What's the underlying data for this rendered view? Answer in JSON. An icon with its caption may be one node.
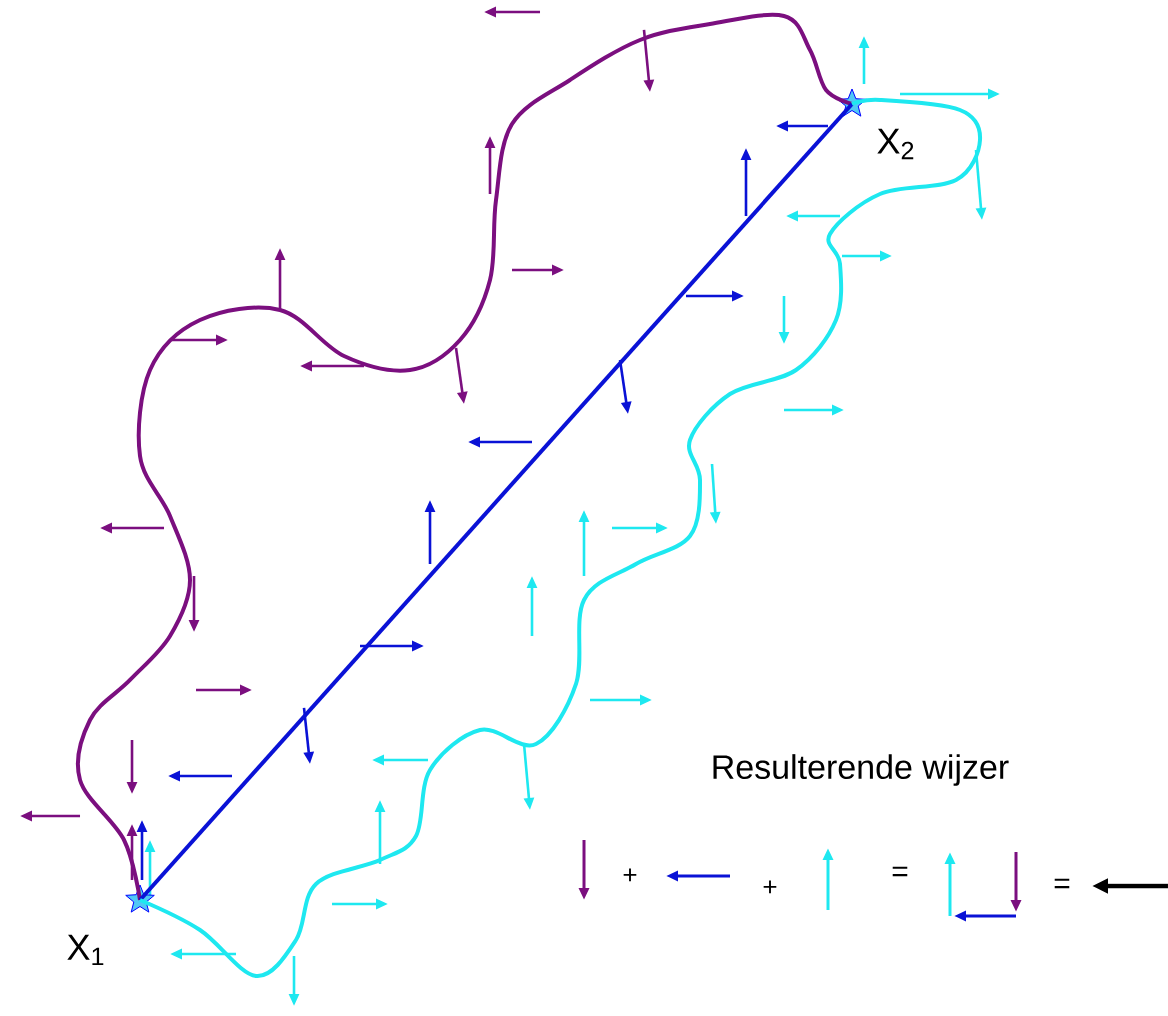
{
  "diagram": {
    "nodes": [
      {
        "text": [
          "X$_{1}$"
        ]
      },
      {
        "text": [
          "X$_{2}$"
        ]
      }
    ],
    "edges": [
      {
        "from": 0,
        "to": 1,
        "arrow": "none",
        "color": "#7b0f7f"
      },
      {
        "from": 0,
        "to": 1,
        "arrow": "none",
        "color": "#0a12d6"
      },
      {
        "from": 0,
        "to": 1,
        "arrow": "none",
        "color": "#1ee8f0"
      }
    ],
    "labels": [
      "Resulterende wijzer",
      "+",
      "+",
      "=",
      "="
    ]
  }
}
